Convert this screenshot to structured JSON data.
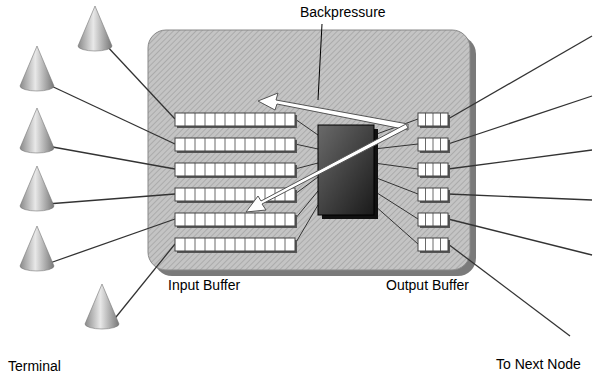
{
  "diagram": {
    "labels": [
      "Backpressure",
      "Input Buffer",
      "Output Buffer",
      "To Next Node",
      "Terminal"
    ]
  }
}
